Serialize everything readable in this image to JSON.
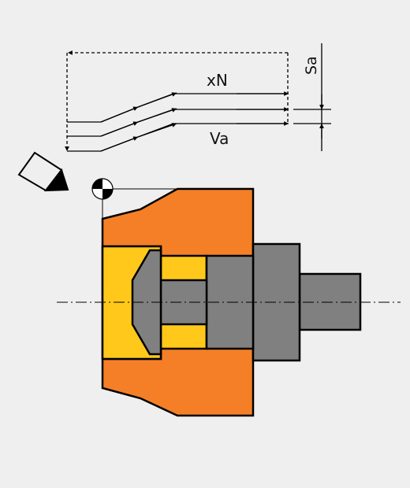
{
  "labels": {
    "infeed_count": "xN",
    "infeed_feed": "Va",
    "stepover": "Sa"
  },
  "colors": {
    "background": "#efefef",
    "workpiece": "#f57f26",
    "chuck_jaw": "#ffc81a",
    "part": "#808080",
    "outline": "#000000"
  },
  "icons": {
    "tool": "cutting-tool-icon",
    "reference_point": "reference-point-icon"
  }
}
